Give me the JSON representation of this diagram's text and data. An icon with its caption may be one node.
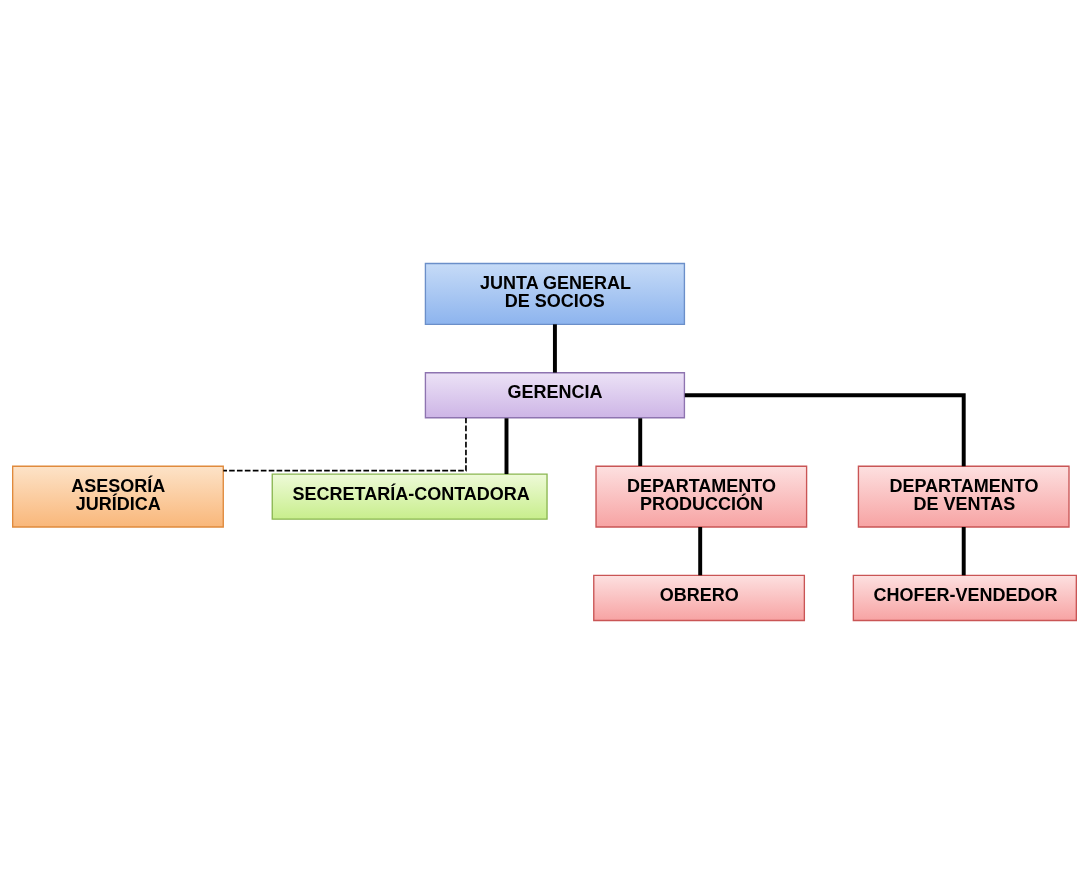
{
  "diagram": {
    "nodes": [
      {
        "text": [
          "JUNTA GENERAL DE SOCIOS"
        ]
      },
      {
        "text": [
          "GERENCIA"
        ]
      },
      {
        "text": [
          "ASESORÍA JURÍDICA"
        ]
      },
      {
        "text": [
          "SECRETARÍA-CONTADORA"
        ]
      },
      {
        "text": [
          "DEPARTAMENTO PRODUCCIÓN"
        ]
      },
      {
        "text": [
          "DEPARTAMENTO DE VENTAS"
        ]
      },
      {
        "text": [
          "OBRERO"
        ]
      },
      {
        "text": [
          "CHOFER-VENDEDOR"
        ]
      }
    ],
    "edges": [
      {
        "from": 0,
        "to": 1,
        "arrow": "none"
      },
      {
        "from": 1,
        "to": 2,
        "arrow": "none",
        "style": "dashed"
      },
      {
        "from": 1,
        "to": 3,
        "arrow": "none"
      },
      {
        "from": 1,
        "to": 4,
        "arrow": "none"
      },
      {
        "from": 1,
        "to": 5,
        "arrow": "none"
      },
      {
        "from": 4,
        "to": 6,
        "arrow": "none"
      },
      {
        "from": 5,
        "to": 7,
        "arrow": "none"
      }
    ]
  }
}
